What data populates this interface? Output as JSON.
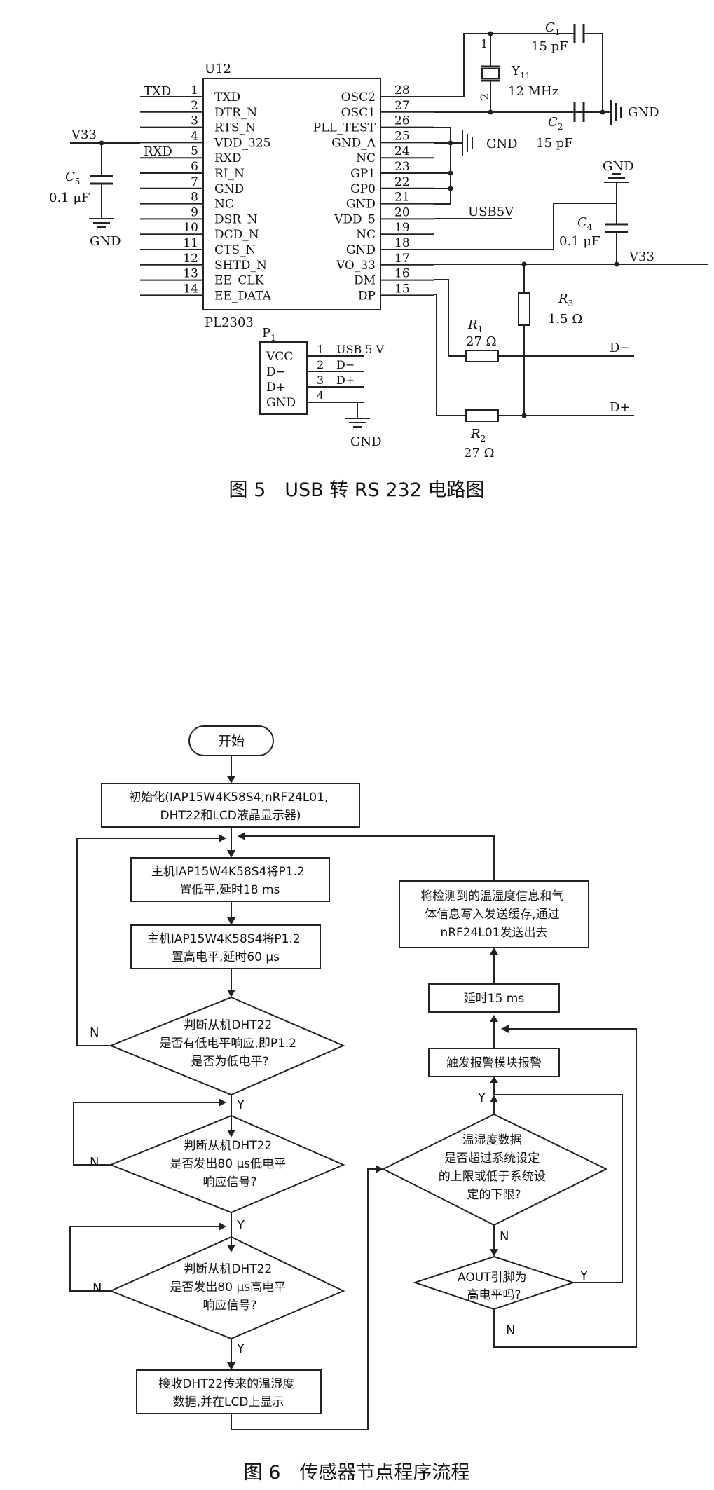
{
  "figure5": {
    "caption": "图 5　USB 转 RS  232 电路图",
    "chip": {
      "ref": "U12",
      "part": "PL2303",
      "left_pins": [
        {
          "num": "1",
          "name": "TXD",
          "net": "TXD"
        },
        {
          "num": "2",
          "name": "DTR_N",
          "net": ""
        },
        {
          "num": "3",
          "name": "RTS_N",
          "net": ""
        },
        {
          "num": "4",
          "name": "VDD_325",
          "net": "V33"
        },
        {
          "num": "5",
          "name": "RXD",
          "net": "RXD"
        },
        {
          "num": "6",
          "name": "RI_N",
          "net": ""
        },
        {
          "num": "7",
          "name": "GND",
          "net": ""
        },
        {
          "num": "8",
          "name": "NC",
          "net": ""
        },
        {
          "num": "9",
          "name": "DSR_N",
          "net": ""
        },
        {
          "num": "10",
          "name": "DCD_N",
          "net": ""
        },
        {
          "num": "11",
          "name": "CTS_N",
          "net": ""
        },
        {
          "num": "12",
          "name": "SHTD_N",
          "net": ""
        },
        {
          "num": "13",
          "name": "EE_CLK",
          "net": ""
        },
        {
          "num": "14",
          "name": "EE_DATA",
          "net": ""
        }
      ],
      "right_pins": [
        {
          "num": "28",
          "name": "OSC2"
        },
        {
          "num": "27",
          "name": "OSC1"
        },
        {
          "num": "26",
          "name": "PLL_TEST"
        },
        {
          "num": "25",
          "name": "GND_A"
        },
        {
          "num": "24",
          "name": "NC"
        },
        {
          "num": "23",
          "name": "GP1"
        },
        {
          "num": "22",
          "name": "GP0"
        },
        {
          "num": "21",
          "name": "GND"
        },
        {
          "num": "20",
          "name": "VDD_5"
        },
        {
          "num": "19",
          "name": "NC"
        },
        {
          "num": "18",
          "name": "GND"
        },
        {
          "num": "17",
          "name": "VO_33"
        },
        {
          "num": "16",
          "name": "DM"
        },
        {
          "num": "15",
          "name": "DP"
        }
      ]
    },
    "components": {
      "c1_ref": "C",
      "c1_sub": "1",
      "c1_value": "15  pF",
      "c2_ref": "C",
      "c2_sub": "2",
      "c2_value": "15  pF",
      "c4_ref": "C",
      "c4_sub": "4",
      "c4_value": "0.1  μF",
      "c5_ref": "C",
      "c5_sub": "5",
      "c5_value": "0.1  μF",
      "y_ref": "Y",
      "y_sub": "11",
      "y_value": "12  MHz",
      "r1_ref": "R",
      "r1_sub": "1",
      "r1_value": "27  Ω",
      "r2_ref": "R",
      "r2_sub": "2",
      "r2_value": "27  Ω",
      "r3_ref": "R",
      "r3_sub": "3",
      "r3_value": "1.5  Ω",
      "y_pin1": "1",
      "y_pin2": "2"
    },
    "nets": {
      "gnd": "GND",
      "v33": "V33",
      "usb5v": "USB5V",
      "d_minus": "D−",
      "d_plus": "D+",
      "txd": "TXD",
      "rxd": "RXD"
    },
    "connector": {
      "ref": "P",
      "sub": "1",
      "labels": [
        "VCC",
        "D−",
        "D+",
        "GND"
      ],
      "pins": [
        "1",
        "2",
        "3",
        "4"
      ],
      "pin_nets": [
        "USB  5  V",
        "D−",
        "D+",
        ""
      ]
    }
  },
  "figure6": {
    "caption": "图 6　传感器节点程序流程",
    "start": "开始",
    "init": [
      "初始化(IAP15W4K58S4,nRF24L01,",
      "DHT22和LCD液晶显示器)"
    ],
    "step_low": [
      "主机IAP15W4K58S4将P1.2",
      "置低平,延时18  ms"
    ],
    "step_high": [
      "主机IAP15W4K58S4将P1.2",
      "置高电平,延时60  μs"
    ],
    "judge1": [
      "判断从机DHT22",
      "是否有低电平响应,即P1.2",
      "是否为低电平?"
    ],
    "judge2": [
      "判断从机DHT22",
      "是否发出80  μs低电平",
      "响应信号?"
    ],
    "judge3": [
      "判断从机DHT22",
      "是否发出80  μs高电平",
      "响应信号?"
    ],
    "receive": [
      "接收DHT22传来的温湿度",
      "数据,并在LCD上显示"
    ],
    "send": [
      "将检测到的温湿度信息和气",
      "体信息写入发送缓存,通过",
      "nRF24L01发送出去"
    ],
    "delay": "延时15  ms",
    "alarm": "触发报警模块报警",
    "judge4": [
      "温湿度数据",
      "是否超过系统设定",
      "的上限或低于系统设",
      "定的下限?"
    ],
    "judge5": [
      "AOUT引脚为",
      "高电平吗?"
    ],
    "yes": "Y",
    "no": "N"
  }
}
